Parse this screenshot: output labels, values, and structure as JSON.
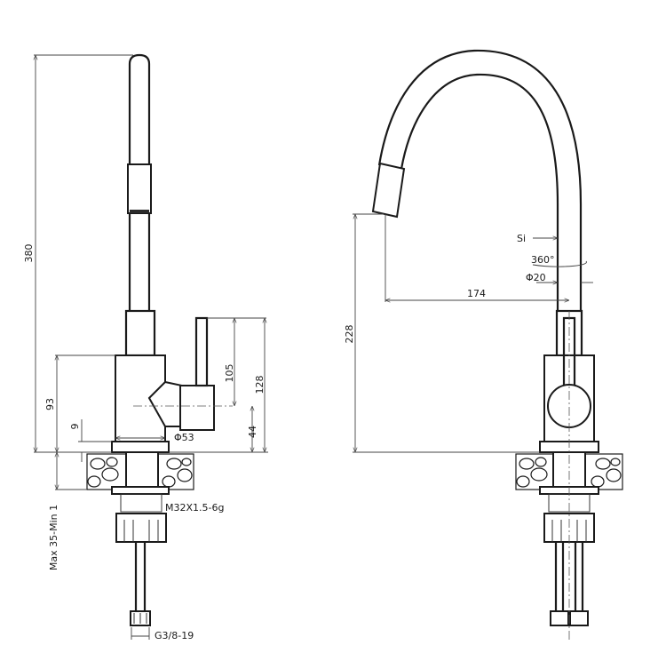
{
  "left_view": {
    "dim_height_total": "380",
    "dim_body_height": "93",
    "dim_handle_height": "105",
    "dim_handle_total": "128",
    "dim_base_offset": "44",
    "dim_gap": "9",
    "dim_body_diameter": "Φ53",
    "dim_thread": "M32X1.5-6g",
    "dim_counter_thickness": "Max 35-Min 1",
    "dim_hose_thread": "G3/8-19"
  },
  "right_view": {
    "dim_outlet_height": "228",
    "dim_reach": "174",
    "dim_material": "Si",
    "dim_rotation": "360°",
    "dim_spout_diameter": "Φ20"
  }
}
